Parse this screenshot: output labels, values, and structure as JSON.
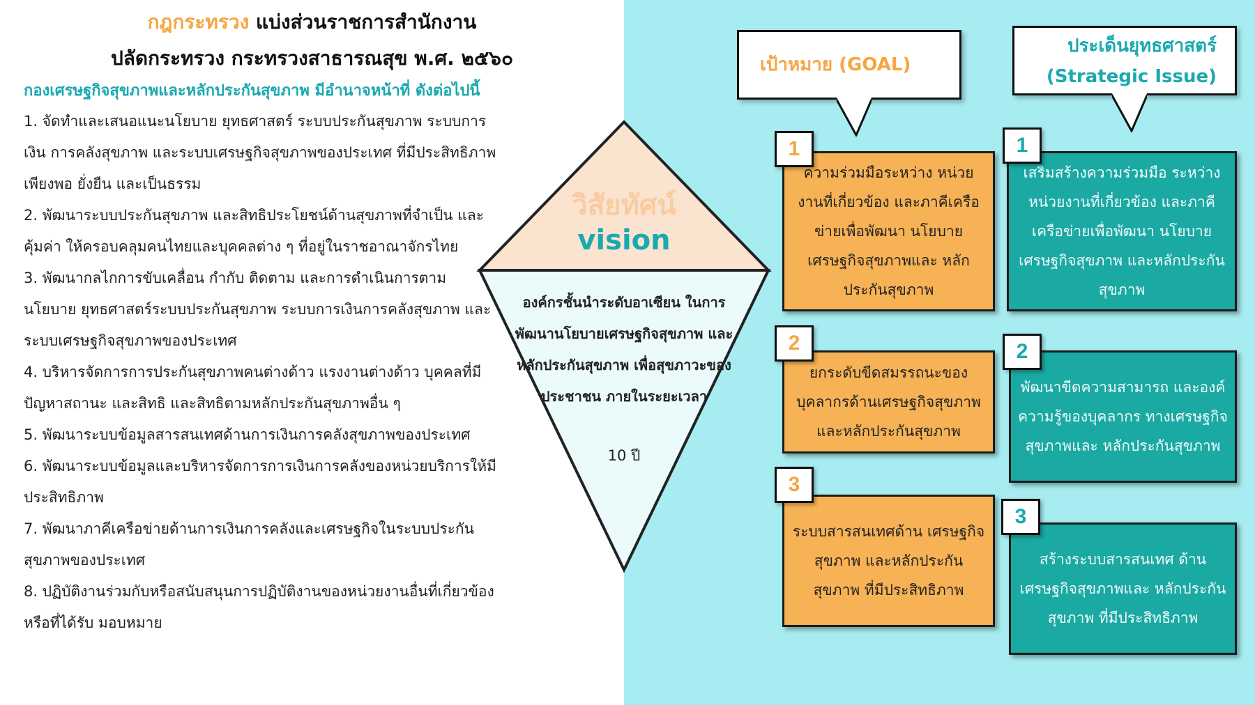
{
  "header": {
    "title_highlight": "กฎกระทรวง",
    "title_rest": " แบ่งส่วนราชการสำนักงาน",
    "title_line2": "ปลัดกระทรวง กระทรวงสาธารณสุข พ.ศ. ๒๕๖๐",
    "subtitle": "กองเศรษฐกิจสุขภาพและหลักประกันสุขภาพ มีอำนาจหน้าที่ ดังต่อไปนี้"
  },
  "duties": [
    "1.  จัดทำและเสนอแนะนโยบาย ยุทธศาสตร์ ระบบประกันสุขภาพ ระบบการเงิน การคลังสุขภาพ และระบบเศรษฐกิจสุขภาพของประเทศ ที่มีประสิทธิภาพ เพียงพอ ยั่งยืน และเป็นธรรม",
    "2.  พัฒนาระบบประกันสุขภาพ และสิทธิประโยชน์ด้านสุขภาพที่จำเป็น และคุ้มค่า ให้ครอบคลุมคนไทยและบุคคลต่าง ๆ ที่อยู่ในราชอาณาจักรไทย",
    "3.  พัฒนากลไกการขับเคลื่อน กำกับ ติดตาม และการดำเนินการตามนโยบาย ยุทธศาสตร์ระบบประกันสุขภาพ ระบบการเงินการคลังสุขภาพ และระบบเศรษฐกิจสุขภาพของประเทศ",
    "4.  บริหารจัดการการประกันสุขภาพคนต่างด้าว แรงงานต่างด้าว บุคคลที่มีปัญหาสถานะ และสิทธิ และสิทธิตามหลักประกันสุขภาพอื่น ๆ",
    "5.  พัฒนาระบบข้อมูลสารสนเทศด้านการเงินการคลังสุขภาพของประเทศ",
    "6.  พัฒนาระบบข้อมูลและบริหารจัดการการเงินการคลังของหน่วยบริการให้มีประสิทธิภาพ",
    "7.  พัฒนาภาคีเครือข่ายด้านการเงินการคลังและเศรษฐกิจในระบบประกันสุขภาพของประเทศ",
    "8.  ปฏิบัติงานร่วมกับหรือสนับสนุนการปฏิบัติงานของหน่วยงานอื่นที่เกี่ยวข้องหรือที่ได้รับ มอบหมาย"
  ],
  "vision": {
    "title_th": "วิสัยทัศน์",
    "title_en": "vision",
    "text": "องค์กรชั้นนำระดับอาเซียน ในการพัฒนานโยบายเศรษฐกิจสุขภาพ และหลักประกันสุขภาพ เพื่อสุขภาวะของประชาชน ภายในระยะเวลา",
    "years": "10 ปี"
  },
  "goal": {
    "label": "เป้าหมาย (GOAL)",
    "items": [
      {
        "num": "1",
        "text": "ความร่วมมือระหว่าง หน่วยงานที่เกี่ยวข้อง และภาคีเครือข่ายเพื่อพัฒนา นโยบายเศรษฐกิจสุขภาพและ หลักประกันสุขภาพ"
      },
      {
        "num": "2",
        "text": "ยกระดับขีดสมรรถนะของ บุคลากรด้านเศรษฐกิจสุขภาพ และหลักประกันสุขภาพ"
      },
      {
        "num": "3",
        "text": "ระบบสารสนเทศด้าน เศรษฐกิจสุขภาพ และหลักประกันสุขภาพ ที่มีประสิทธิภาพ"
      }
    ]
  },
  "strategic": {
    "label_th": "ประเด็นยุทธศาสตร์",
    "label_en": "(Strategic Issue)",
    "items": [
      {
        "num": "1",
        "text": "เสริมสร้างความร่วมมือ ระหว่างหน่วยงานที่เกี่ยวข้อง และภาคีเครือข่ายเพื่อพัฒนา นโยบายเศรษฐกิจสุขภาพ และหลักประกันสุขภาพ"
      },
      {
        "num": "2",
        "text": "พัฒนาขีดความสามารถ และองค์ความรู้ของบุคลากร ทางเศรษฐกิจสุขภาพและ หลักประกันสุขภาพ"
      },
      {
        "num": "3",
        "text": "สร้างระบบสารสนเทศ ด้านเศรษฐกิจสุขภาพและ หลักประกันสุขภาพ ที่มีประสิทธิภาพ"
      }
    ]
  },
  "colors": {
    "orange": "#f7a541",
    "teal": "#1aa9b0",
    "goal_box": "#f7b255",
    "si_box": "#1aa9a3",
    "panel_bg": "#a6ecf0"
  }
}
